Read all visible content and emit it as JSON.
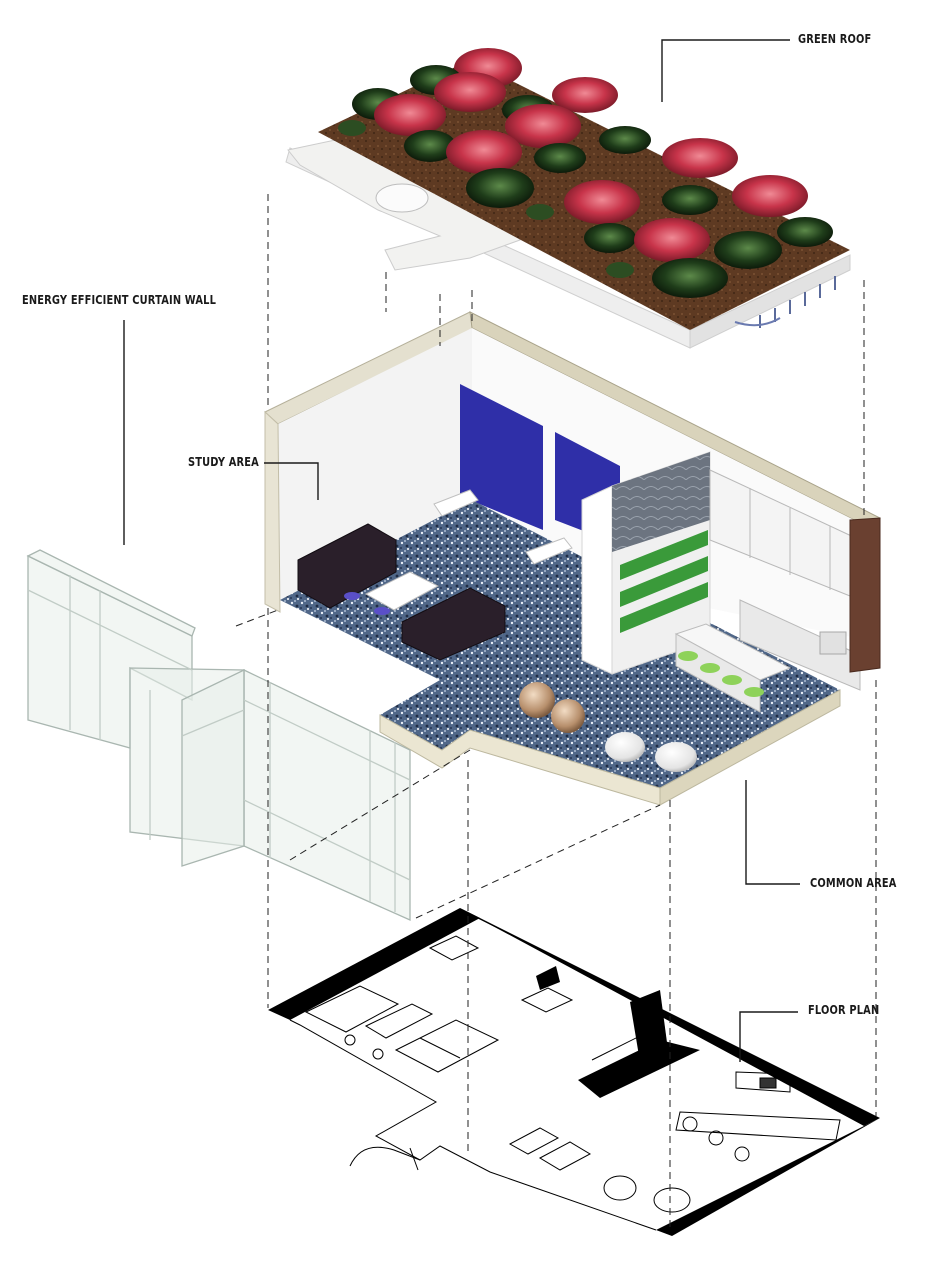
{
  "labels": {
    "green_roof": "GREEN ROOF",
    "curtain_wall": "ENERGY EFFICIENT CURTAIN WALL",
    "study_area": "STUDY AREA",
    "common_area": "COMMON AREA",
    "floor_plan": "FLOOR PLAN"
  },
  "colors": {
    "soil": "#5e3a22",
    "plant_red": "#c8344a",
    "plant_green": "#1f3d1a",
    "floor_terrazzo": "#4a5f80",
    "accent_blue": "#2f2fa8",
    "accent_green": "#3a9a3a",
    "plan_wall": "#000000",
    "glass": "#e7efe9"
  }
}
